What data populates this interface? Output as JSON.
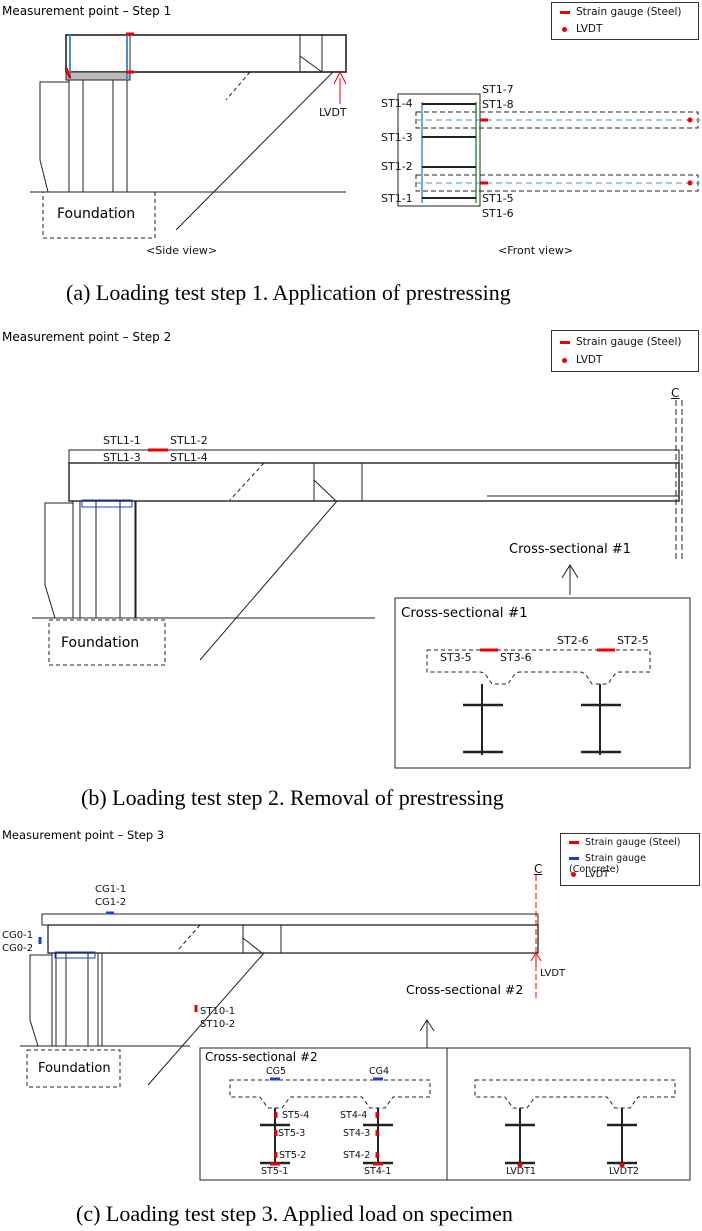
{
  "panels": [
    {
      "id": "a",
      "title": "Measurement point – Step 1",
      "caption": "(a) Loading test step 1. Application of prestressing",
      "legend": [
        "Strain gauge (Steel)",
        "LVDT"
      ],
      "foundation": "Foundation",
      "lvdt": "LVDT",
      "side_view": "<Side view>",
      "front_view": "<Front view>",
      "gauges": [
        "ST1-4",
        "ST1-3",
        "ST1-2",
        "ST1-1",
        "ST1-7",
        "ST1-8",
        "ST1-5",
        "ST1-6"
      ]
    },
    {
      "id": "b",
      "title": "Measurement point – Step 2",
      "caption": "(b) Loading test step 2. Removal of prestressing",
      "legend": [
        "Strain gauge (Steel)",
        "LVDT"
      ],
      "foundation": "Foundation",
      "centerline": "C",
      "gauges_top": [
        "STL1-1",
        "STL1-2",
        "STL1-3",
        "STL1-4"
      ],
      "section_label": "Cross-sectional #1",
      "section_title": "Cross-sectional #1",
      "section_gauges": [
        "ST2-6",
        "ST2-5",
        "ST3-5",
        "ST3-6"
      ]
    },
    {
      "id": "c",
      "title": "Measurement point – Step 3",
      "caption": "(c) Loading test step 3. Applied load on specimen",
      "legend": [
        "Strain gauge (Steel)",
        "Strain gauge (Concrete)",
        "LVDT"
      ],
      "foundation": "Foundation",
      "centerline": "C",
      "lvdt": "LVDT",
      "gauges_top": [
        "CG1-1",
        "CG1-2",
        "CG0-1",
        "CG0-2",
        "ST10-1",
        "ST10-2"
      ],
      "section_label": "Cross-sectional #2",
      "section_title": "Cross-sectional #2",
      "section_gauges": [
        "CG5",
        "CG4",
        "ST5-4",
        "ST5-3",
        "ST5-2",
        "ST5-1",
        "ST4-4",
        "ST4-3",
        "ST4-2",
        "ST4-1"
      ],
      "lvdts": [
        "LVDT1",
        "LVDT2"
      ]
    }
  ],
  "colors": {
    "steel": "#e00000",
    "concrete": "#1a3fd6",
    "lvdt": "#e00000",
    "line": "#222222",
    "web": "#4a8fd0"
  }
}
